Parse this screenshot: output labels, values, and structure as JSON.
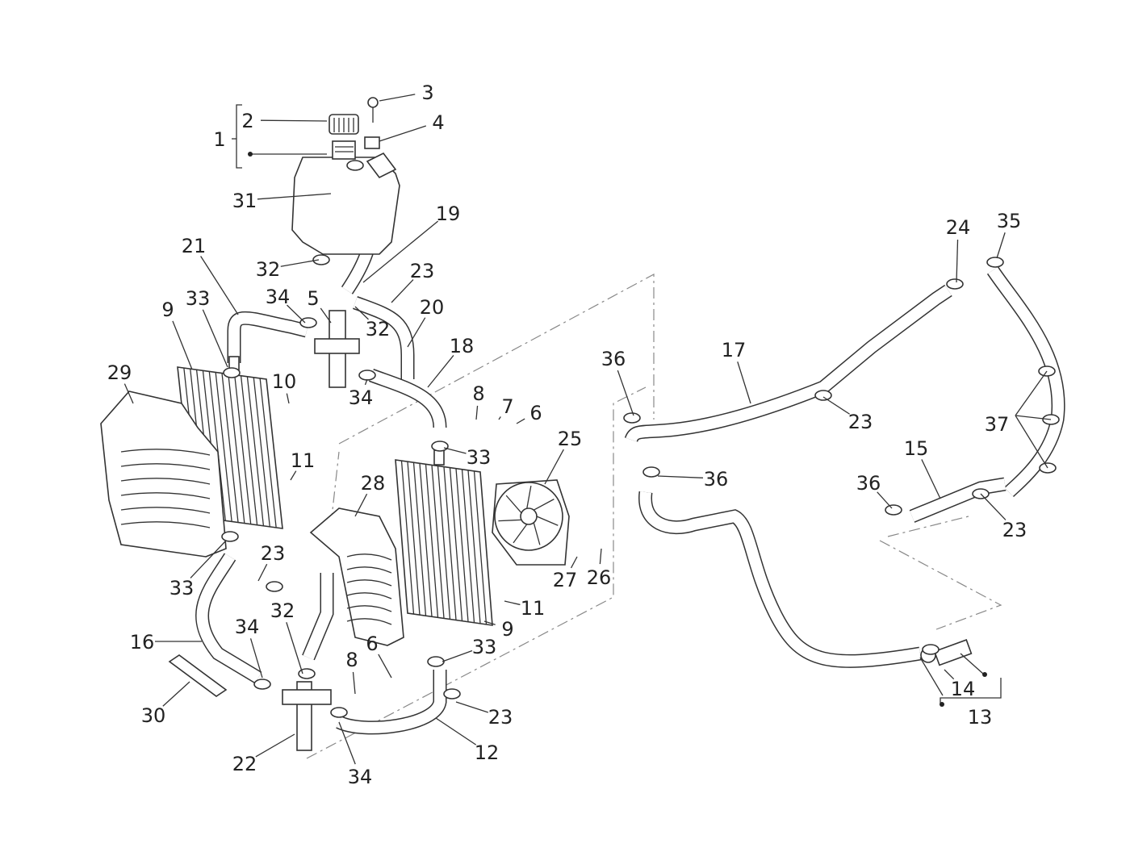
{
  "diagram": {
    "type": "exploded-parts-diagram",
    "callouts": [
      "1",
      "2",
      "3",
      "4",
      "31",
      "19",
      "21",
      "32",
      "23",
      "33",
      "34",
      "5",
      "20",
      "9",
      "32",
      "18",
      "10",
      "29",
      "34",
      "8",
      "7",
      "6",
      "25",
      "33",
      "11",
      "28",
      "23",
      "33",
      "27",
      "26",
      "32",
      "11",
      "9",
      "34",
      "16",
      "33",
      "6",
      "8",
      "30",
      "23",
      "12",
      "22",
      "34",
      "24",
      "35",
      "36",
      "17",
      "23",
      "37",
      "15",
      "36",
      "36",
      "23",
      "14",
      "13"
    ],
    "colors": {
      "line": "#333333",
      "background": "#ffffff",
      "guide": "#888888"
    }
  }
}
